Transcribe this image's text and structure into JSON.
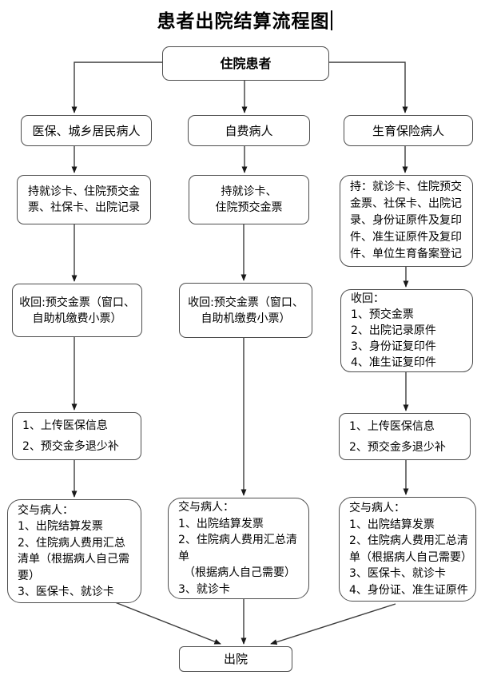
{
  "title": "患者出院结算流程图",
  "colors": {
    "background": "#ffffff",
    "box_border": "#4d4d4d",
    "connector": "#3d3d3d",
    "text": "#000000"
  },
  "flow": {
    "start": "住院患者",
    "end": "出院",
    "columns": {
      "left": {
        "category": "医保、城乡居民病人",
        "documents": [
          "持就诊卡、住院预交金",
          "票、社保卡、出院记录"
        ],
        "reclaim": [
          "收回:预交金票（窗口、",
          "自助机缴费小票）"
        ],
        "upload": [
          "1、上传医保信息",
          "2、预交金多退少补"
        ],
        "deliver": [
          "交与病人：",
          "1、出院结算发票",
          "2、住院病人费用汇总",
          "清单（根据病人自己需",
          "要）",
          "3、医保卡、就诊卡"
        ]
      },
      "middle": {
        "category": "自费病人",
        "documents": [
          "持就诊卡、",
          "住院预交金票"
        ],
        "reclaim": [
          "收回:预交金票（窗口、",
          "自助机缴费小票）"
        ],
        "deliver": [
          "交与病人：",
          "1、出院结算发票",
          "2、住院病人费用汇总清",
          "单",
          "　（根据病人自己需要）",
          "3、就诊卡"
        ]
      },
      "right": {
        "category": "生育保险病人",
        "documents": [
          "持：就诊卡、住院预交",
          "金票、社保卡、出院记",
          "录、身份证原件及复印",
          "件、准生证原件及复印",
          "件、单位生育备案登记"
        ],
        "reclaim": [
          "收回：",
          "1、预交金票",
          "2、出院记录原件",
          "3、身份证复印件",
          "4、准生证复印件"
        ],
        "upload": [
          "1、上传医保信息",
          "2、预交金多退少补"
        ],
        "deliver": [
          "交与病人：",
          "1、出院结算发票",
          "2、住院病人费用汇总清",
          "单（根据病人自己需要）",
          "3、医保卡、就诊卡",
          "4、身份证、准生证原件"
        ]
      }
    }
  }
}
